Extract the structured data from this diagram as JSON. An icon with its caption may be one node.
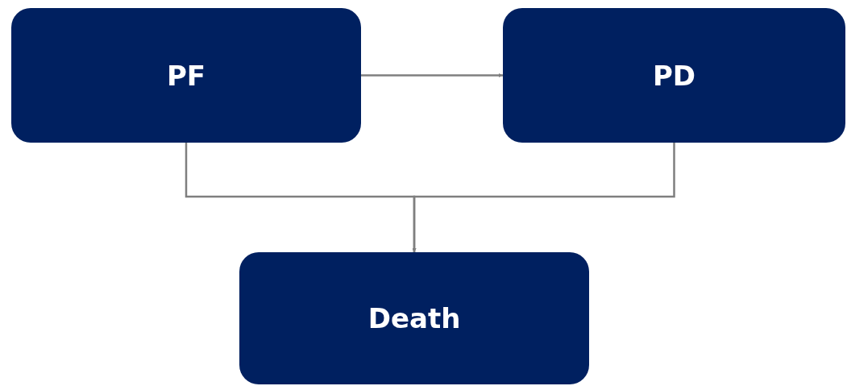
{
  "diagram": {
    "nodes": [
      {
        "text": [
          "PF"
        ]
      },
      {
        "text": [
          "PD"
        ]
      },
      {
        "text": [
          "Death"
        ]
      }
    ],
    "edges": [
      {
        "from": 0,
        "to": 1,
        "arrow": "to"
      },
      {
        "from": 0,
        "to": 2,
        "arrow": "to"
      },
      {
        "from": 1,
        "to": 2,
        "arrow": "to"
      }
    ]
  }
}
